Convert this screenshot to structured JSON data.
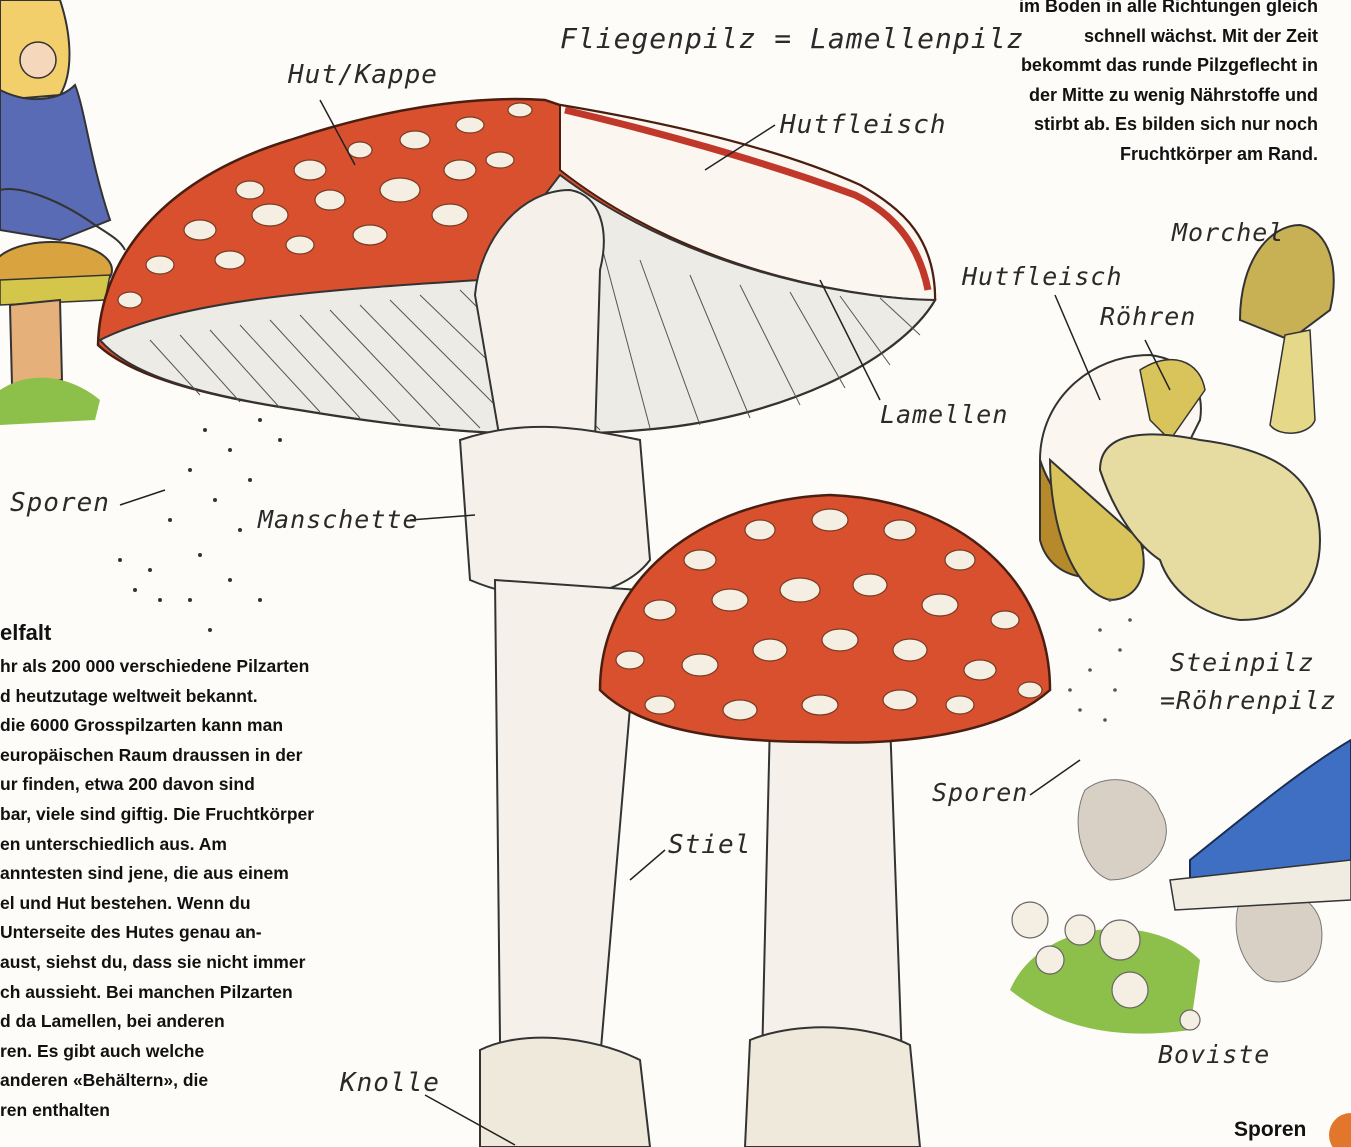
{
  "labels": {
    "title": "Fliegenpilz = Lamellenpilz",
    "hut": "Hut/Kappe",
    "hutfleisch": "Hutfleisch",
    "lamellen": "Lamellen",
    "sporen": "Sporen",
    "manschette": "Manschette",
    "stiel": "Stiel",
    "knolle": "Knolle",
    "morchel": "Morchel",
    "hutfleisch2": "Hutfleisch",
    "roehren": "Röhren",
    "steinpilz_1": "Steinpilz",
    "steinpilz_2": "=Röhrenpilz",
    "sporen2": "Sporen",
    "boviste": "Boviste"
  },
  "top_right_text": [
    "im Boden in alle Richtungen gleich",
    "schnell wächst. Mit der Zeit",
    "bekommt das runde Pilzgeflecht in",
    "der Mitte zu wenig Nährstoffe und",
    "stirbt ab. Es bilden sich nur noch",
    "Fruchtkörper am Rand."
  ],
  "left_heading": "elfalt",
  "left_text": [
    "hr als 200 000 verschiedene Pilzarten",
    "d heutzutage weltweit bekannt.",
    "die 6000 Grosspilzarten kann man",
    "europäischen Raum draussen in der",
    "ur finden, etwa 200 davon sind",
    "bar, viele sind giftig. Die Fruchtkörper",
    "en unterschiedlich aus. Am",
    "anntesten sind jene, die aus einem",
    "el und Hut bestehen. Wenn du",
    "Unterseite des Hutes genau an-",
    "aust, siehst du, dass sie nicht immer",
    "ch aussieht. Bei manchen Pilzarten",
    "d da Lamellen, bei anderen",
    "ren. Es gibt auch welche",
    "anderen «Behältern», die",
    "ren enthalten"
  ],
  "corner_label": "Sporen",
  "colors": {
    "cap_red": "#d9502f",
    "cap_dark": "#b63a22",
    "wart": "#f4efe2",
    "stem": "#f5f1ea",
    "gill": "#ecebe6",
    "bolete_yellow": "#d8c45a",
    "bolete_brown": "#b68a2a",
    "grass": "#8cc04a",
    "shoe_blue": "#3f6fc2",
    "accent_orange": "#e2762a"
  }
}
